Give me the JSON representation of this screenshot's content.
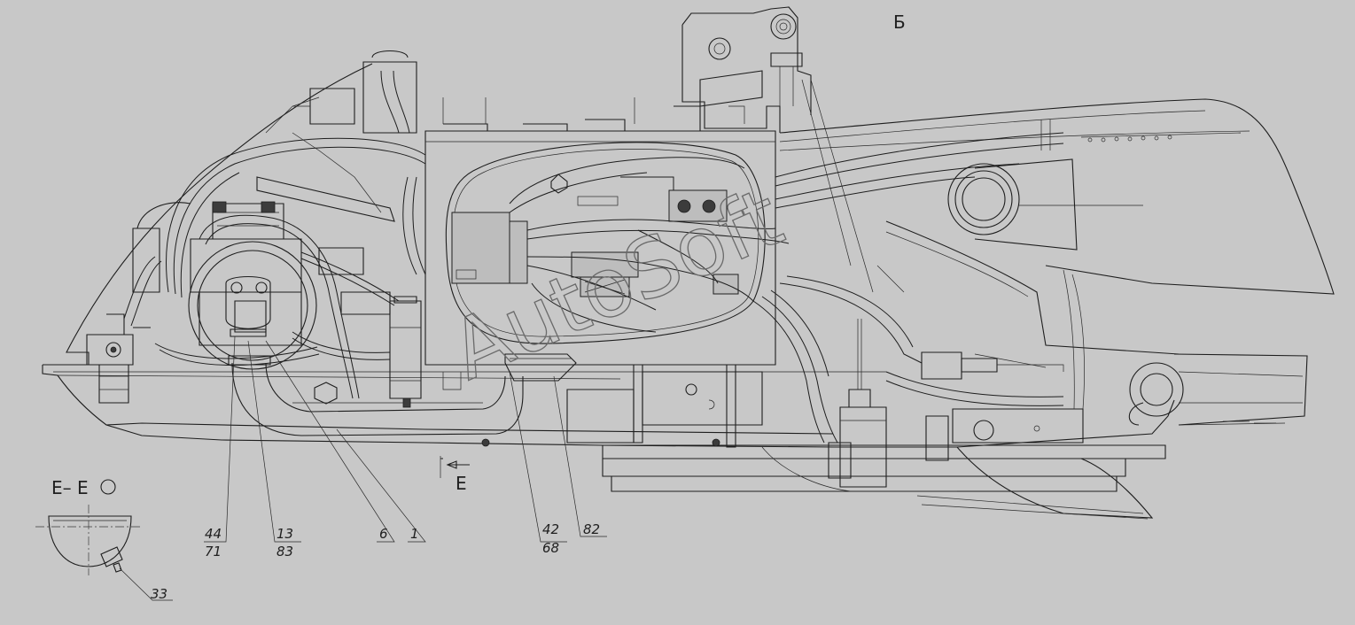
{
  "view_labels": {
    "view_b": "Б",
    "section_title": "Е– Е",
    "section_arrow_letter": "Е"
  },
  "watermark": "AutoSoft",
  "callouts": {
    "c44": "44",
    "c71": "71",
    "c13": "13",
    "c83": "83",
    "c6": "6",
    "c1": "1",
    "c42": "42",
    "c68": "68",
    "c82": "82",
    "c33": "33"
  },
  "colors": {
    "background": "#c8c8c8",
    "line": "#1e1e1e",
    "watermark": "#6a6a6a"
  }
}
